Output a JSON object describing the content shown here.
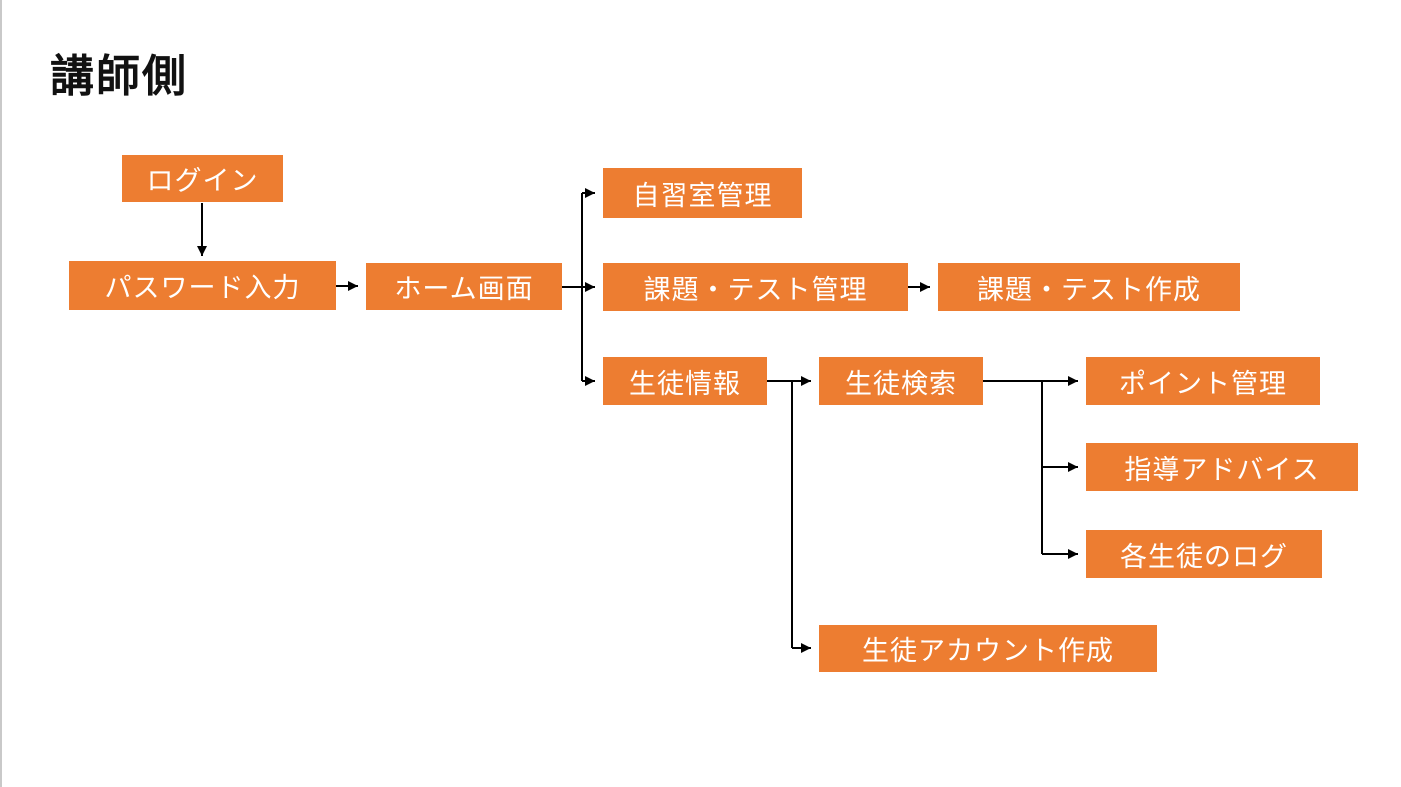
{
  "page": {
    "title": "講師側"
  },
  "diagram": {
    "colors": {
      "node_fill": "#ED7D31",
      "node_text": "#FFFFFF",
      "arrow": "#000000",
      "background": "#FFFFFF"
    },
    "nodes": {
      "login": {
        "label": "ログイン"
      },
      "password": {
        "label": "パスワード入力"
      },
      "home": {
        "label": "ホーム画面"
      },
      "study_room": {
        "label": "自習室管理"
      },
      "task_mgmt": {
        "label": "課題・テスト管理"
      },
      "task_create": {
        "label": "課題・テスト作成"
      },
      "student_info": {
        "label": "生徒情報"
      },
      "student_search": {
        "label": "生徒検索"
      },
      "point_mgmt": {
        "label": "ポイント管理"
      },
      "advice": {
        "label": "指導アドバイス"
      },
      "student_log": {
        "label": "各生徒のログ"
      },
      "account_create": {
        "label": "生徒アカウント作成"
      }
    },
    "edges": [
      {
        "from": "login",
        "to": "password"
      },
      {
        "from": "password",
        "to": "home"
      },
      {
        "from": "home",
        "to": "study_room"
      },
      {
        "from": "home",
        "to": "task_mgmt"
      },
      {
        "from": "home",
        "to": "student_info"
      },
      {
        "from": "task_mgmt",
        "to": "task_create"
      },
      {
        "from": "student_info",
        "to": "student_search"
      },
      {
        "from": "student_info",
        "to": "account_create"
      },
      {
        "from": "student_search",
        "to": "point_mgmt"
      },
      {
        "from": "student_search",
        "to": "advice"
      },
      {
        "from": "student_search",
        "to": "student_log"
      }
    ]
  }
}
